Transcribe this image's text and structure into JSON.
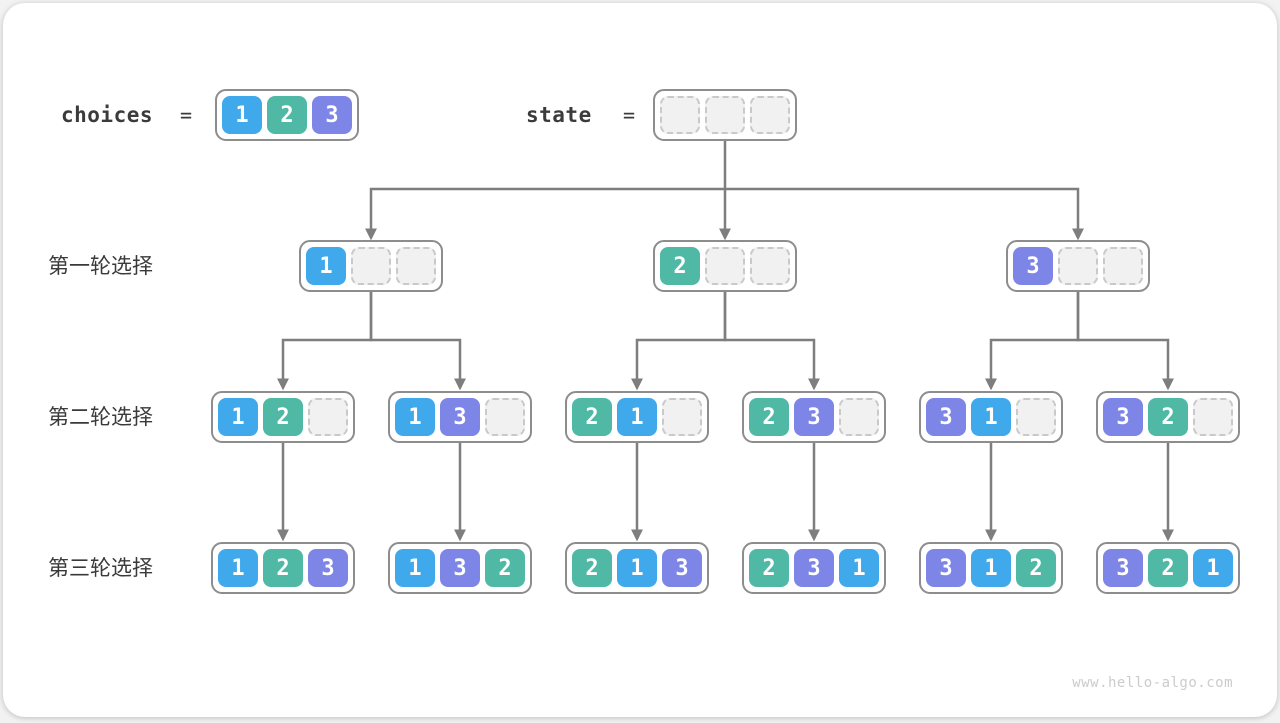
{
  "page": {
    "watermark": "www.hello-algo.com"
  },
  "colors": {
    "values": {
      "1": "#3fa9ec",
      "2": "#4fb9a6",
      "3": "#7d85e6"
    },
    "connector": "#7e7e7e",
    "node_border": "#8d8d8d",
    "empty_slot_bg": "#f1f1f1"
  },
  "header": {
    "choices_label": "choices",
    "equals": "=",
    "choices_values": [
      1,
      2,
      3
    ],
    "state_label": "state",
    "state_values": [
      null,
      null,
      null
    ]
  },
  "rows": [
    {
      "label": "第一轮选择",
      "nodes": [
        [
          1,
          null,
          null
        ],
        [
          2,
          null,
          null
        ],
        [
          3,
          null,
          null
        ]
      ]
    },
    {
      "label": "第二轮选择",
      "nodes": [
        [
          1,
          2,
          null
        ],
        [
          1,
          3,
          null
        ],
        [
          2,
          1,
          null
        ],
        [
          2,
          3,
          null
        ],
        [
          3,
          1,
          null
        ],
        [
          3,
          2,
          null
        ]
      ]
    },
    {
      "label": "第三轮选择",
      "nodes": [
        [
          1,
          2,
          3
        ],
        [
          1,
          3,
          2
        ],
        [
          2,
          1,
          3
        ],
        [
          2,
          3,
          1
        ],
        [
          3,
          1,
          2
        ],
        [
          3,
          2,
          1
        ]
      ]
    }
  ]
}
